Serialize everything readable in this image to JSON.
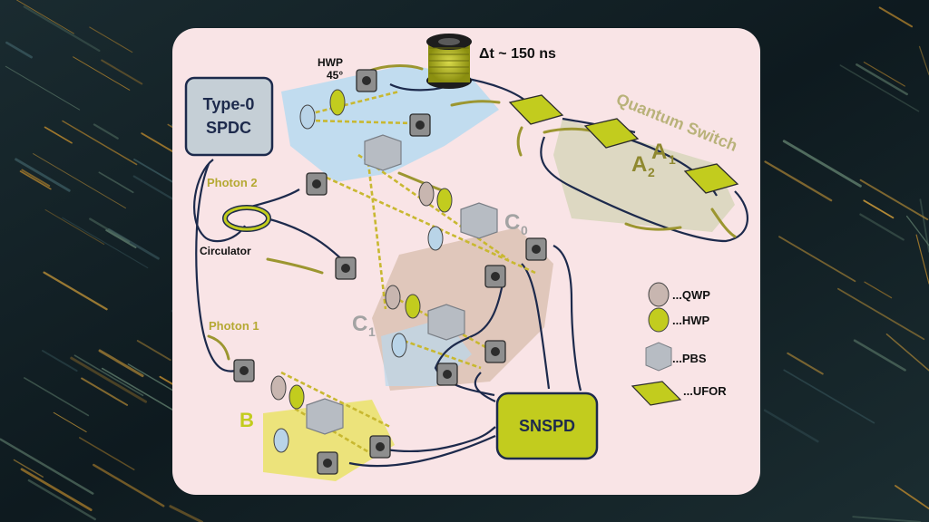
{
  "diagram": {
    "source": {
      "line1": "Type-0",
      "line2": "SPDC"
    },
    "delay_label": "Δt ~ 150 ns",
    "hwp_label": {
      "name": "HWP",
      "angle": "45°"
    },
    "switch_label": "Quantum Switch",
    "arm_a1": {
      "letter": "A",
      "sub": "1"
    },
    "arm_a2": {
      "letter": "A",
      "sub": "2"
    },
    "photon2": "Photon 2",
    "photon1": "Photon 1",
    "circulator": "Circulator",
    "station_c0": {
      "letter": "C",
      "sub": "0"
    },
    "station_c1": {
      "letter": "C",
      "sub": "1"
    },
    "station_b": "B",
    "detector": "SNSPD"
  },
  "legend": {
    "items": [
      {
        "symbol": "qwp",
        "label": "...QWP"
      },
      {
        "symbol": "hwp",
        "label": "...HWP"
      },
      {
        "symbol": "pbs",
        "label": "...PBS"
      },
      {
        "symbol": "ufor",
        "label": "...UFOR"
      }
    ]
  },
  "colors": {
    "card_bg": "#f9e4e6",
    "fiber": "#1d2a4c",
    "beam": "#c8b830",
    "accent": "#c2cc1e",
    "source_box": "#c5cfd6",
    "qwp": "#c8b6b0",
    "waveplate_light": "#b9d4e8",
    "label_text": "#111111",
    "station_label": "#a3a3a3",
    "switch_label": "#b9b27a"
  }
}
